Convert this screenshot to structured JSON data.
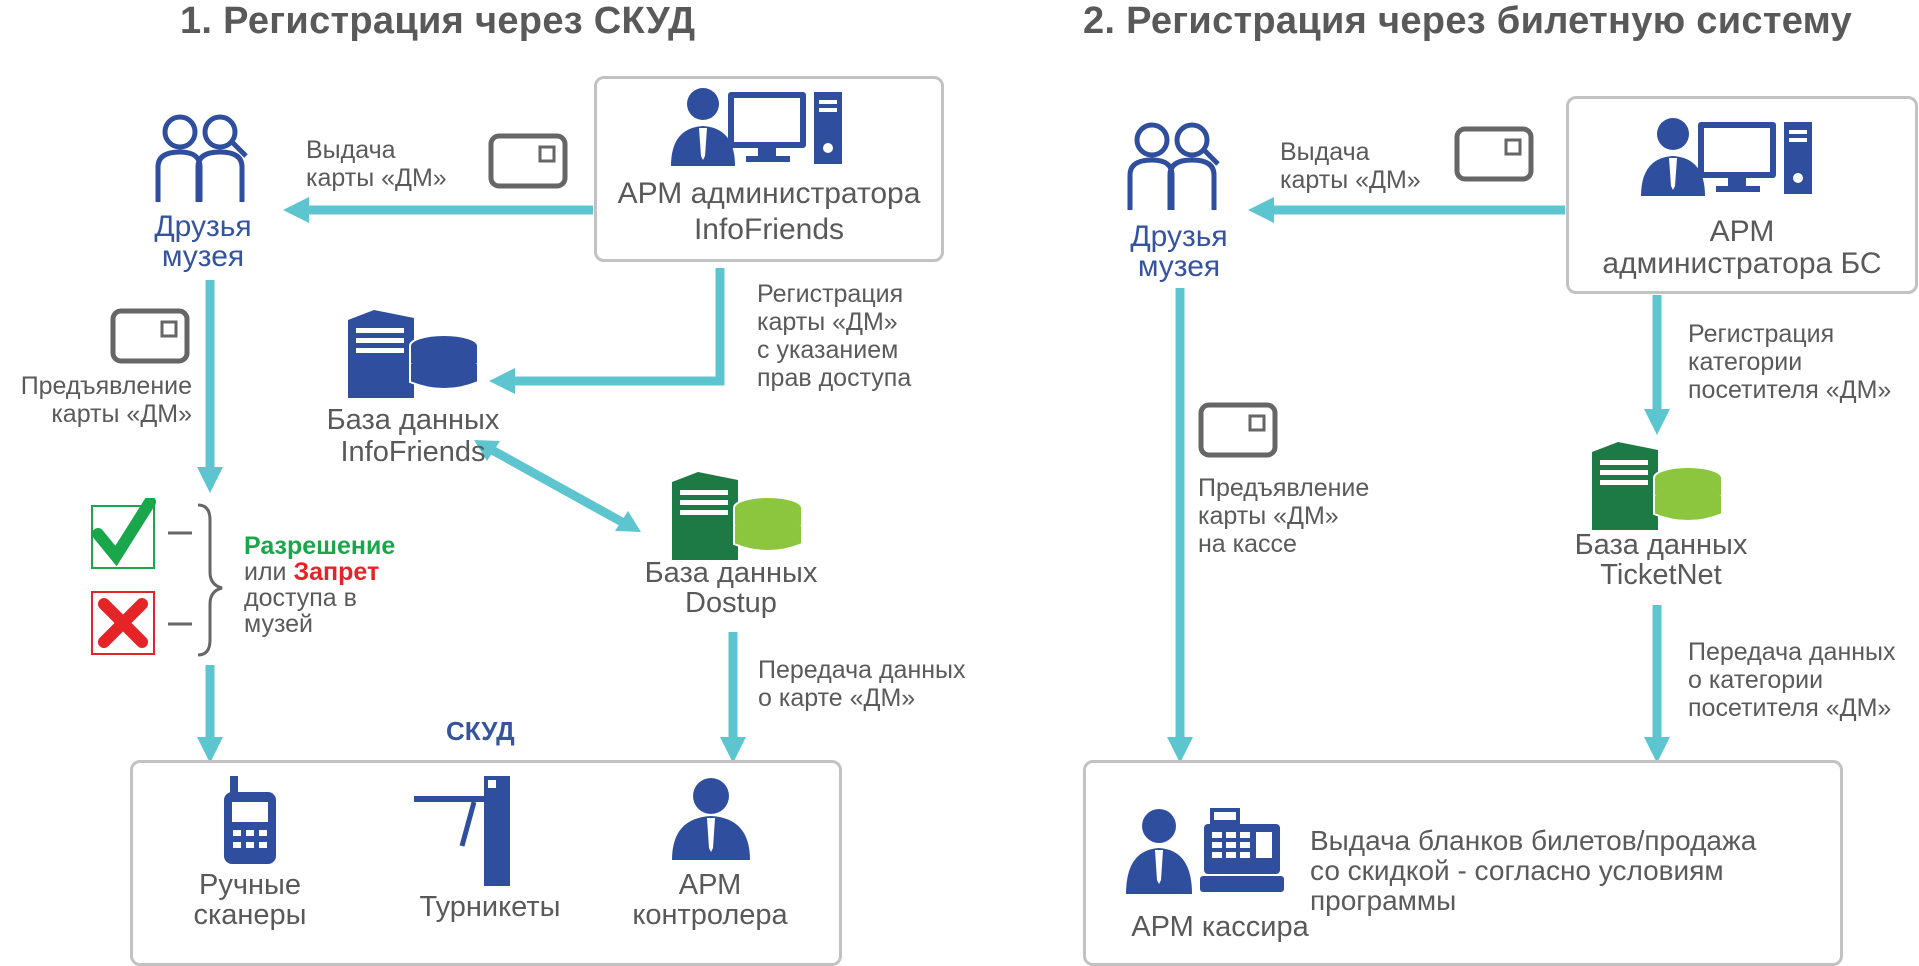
{
  "left": {
    "title": "1. Регистрация через СКУД",
    "friends": [
      "Друзья",
      "музея"
    ],
    "issue_card": [
      "Выдача",
      "карты «ДМ»"
    ],
    "admin_arm": [
      "АРМ администратора",
      "InfoFriends"
    ],
    "registration_card": [
      "Регистрация",
      "карты «ДМ»",
      "с указанием",
      "прав доступа"
    ],
    "db_infofriends": [
      "База данных",
      "InfoFriends"
    ],
    "present_card": [
      "Предъявление",
      "карты «ДМ»"
    ],
    "db_dostup": [
      "База данных",
      "Dostup"
    ],
    "decision": {
      "allow": "Разрешение",
      "or": "или",
      "deny": "Запрет",
      "rest": [
        "доступа в",
        "музей"
      ]
    },
    "transfer": [
      "Передача данных",
      "о карте «ДМ»"
    ],
    "skud_label": "СКУД",
    "scanners": [
      "Ручные",
      "сканеры"
    ],
    "turnstiles": "Турникеты",
    "controller": [
      "АРМ",
      "контролера"
    ]
  },
  "right": {
    "title": "2. Регистрация через билетную систему",
    "friends": [
      "Друзья",
      "музея"
    ],
    "issue_card": [
      "Выдача",
      "карты «ДМ»"
    ],
    "admin_arm": [
      "АРМ",
      "администратора БС"
    ],
    "registration_category": [
      "Регистрация",
      "категории",
      "посетителя «ДМ»"
    ],
    "present_card": [
      "Предъявление",
      "карты «ДМ»",
      "на кассе"
    ],
    "db_ticketnet": [
      "База данных",
      "TicketNet"
    ],
    "transfer": [
      "Передача данных",
      "о категории",
      "посетителя «ДМ»"
    ],
    "cashier_text": [
      "Выдача бланков билетов/продажа",
      "со скидкой - согласно условиям",
      "программы"
    ],
    "cashier": "АРМ кассира"
  },
  "colors": {
    "arrow": "#5cc5cf",
    "icon_blue": "#2f4f9e",
    "db_green": "#1d7a45",
    "db_light": "#8cc63f",
    "box_border": "#c2c2c2"
  }
}
